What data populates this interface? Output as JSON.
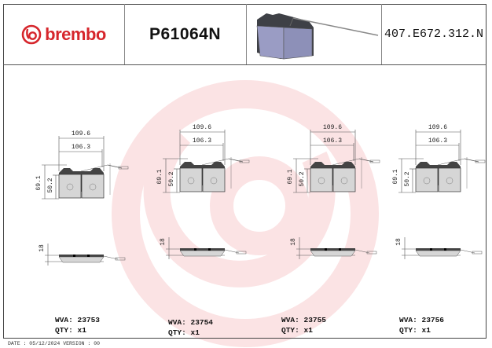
{
  "header": {
    "brand": "brembo",
    "part_number": "P61064N",
    "reference": "407.E672.312.N"
  },
  "dimensions": {
    "overall_width": "109.6",
    "pad_width": "106.3",
    "overall_height": "69.1",
    "pad_height": "50.2",
    "thickness": "18"
  },
  "variants": [
    {
      "wva_label": "WVA: 23753",
      "qty_label": "QTY: x1"
    },
    {
      "wva_label": "WVA: 23754",
      "qty_label": "QTY: x1"
    },
    {
      "wva_label": "WVA: 23755",
      "qty_label": "QTY: x1"
    },
    {
      "wva_label": "WVA: 23756",
      "qty_label": "QTY: x1"
    }
  ],
  "footer": {
    "date_version": "DATE : 05/12/2024 VERSION : 00"
  },
  "colors": {
    "brand_red": "#d6262c",
    "watermark": "#fbe3e4",
    "pad_gray": "#d6d6d6"
  }
}
